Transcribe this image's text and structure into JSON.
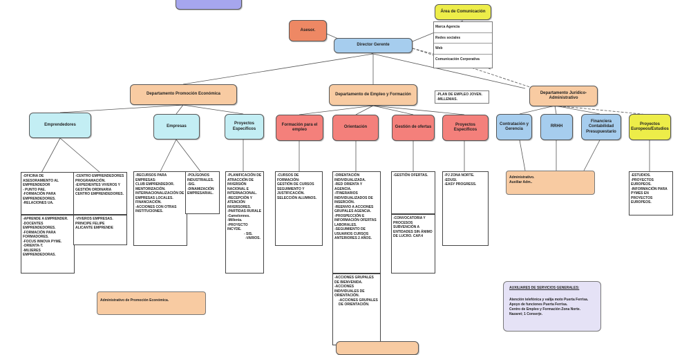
{
  "boxes": {
    "asesor": "Asesor.",
    "area_comunicacion": "Área de Comunicación",
    "director": "Director Gerente",
    "dept_promocion": "Departamento Promoción Económica",
    "dept_empleo": "Departamento de Empleo y Formación",
    "dept_juridico": "Departamento Jurídico-Administrativo",
    "emprendedores": "Emprendedores",
    "empresas": "Empresas",
    "proyectos_especificos_1": "Proyectos Específicos",
    "formacion_empleo": "Formación para el empleo",
    "orientacion": "Orientación",
    "gestion_ofertas": "Gestión de ofertas",
    "proyectos_especificos_2": "Proyectos Específicos",
    "contratacion": "Contratación y Gerencia",
    "rrhh": "RRHH",
    "financiera": "Financiera Contabilidad Presupuestario",
    "proyectos_europeos": "Proyectos Europeos/Estudios"
  },
  "comunicacion_items": [
    "Marca Agencia",
    "Redes sociales",
    "Web",
    "Comunicación Corporativa"
  ],
  "empleo_side_note": [
    "-PLAN DE EMPLEO JOVEN.",
    "-MILLENIAS."
  ],
  "notes": {
    "emprendedores_a": [
      "-OFICINA DE ASESORAMIENTO AL EMPRENDEDOR",
      "- PUNTO PAE.",
      "-FORMACIÓN PARA EMPRENDEDORES.",
      "-RELACIONES UA."
    ],
    "emprendedores_b": [
      "-APRENDE A EMPRENDER.",
      "-DOCENTES EMPRENDEDORES.",
      "-FORMACIÓN PARA FORMADORES.",
      "-FOCUS INNOVA PYME.",
      "-ORIENTA-T.",
      "-MUJERES EMPRENDEDORAS."
    ],
    "emprendedores_c": [
      "-CENTRO EMPRENDEDORES PROGRAMACIÓN.",
      "-EXPEDIENTES VIVEROS Y GESTIÓN ORDINARIA CENTRO EMPRENDEDORES."
    ],
    "emprendedores_d": [
      "-VIVEROS EMPRESAS.",
      "PRINCIPE FELIPE",
      "ALICANTE EMPRENDE"
    ],
    "empresas_a": [
      "-RECURSOS PARA EMPRESAS:",
      "CLUB EMPRENDEDOR.",
      "MENTORIZACIÓN.",
      "INTERNACIONALIZACIÓN DE EMPRESAS LOCALES.",
      "FINANCIACIÓN.",
      "-ACCIONES CON OTRAS INSTITUCIONES."
    ],
    "empresas_b": [
      "-POLÍGONOS INDUSTRIALES.",
      "-SIG.",
      "-DINAMIZACIÓN EMPRESARIAL."
    ],
    "proyectos_1": [
      "-PLANIFICACIÓN DE ATRACCIÓN DE INVERSIÓN NACIONAL E INTERNACIONAL.",
      "-RECEPCIÓN Y ATENCIÓN INVERSORES.",
      "-PARTIDAS RURALE",
      "-Camelonnes.",
      "-Millenia.",
      "-PROYECTO INCYDE.",
      "- SIS.",
      "-VARIOS."
    ],
    "formacion": [
      "-CURSOS DE FORMACIÓN:",
      "GESTIÓN DE CURSOS SEGUIMIENTO Y JUSTIFICACIÓN.",
      "SELECCIÓN ALUMNOS."
    ],
    "orientacion_a": [
      "-ORIENTACIÓN INDIVIDUALIZADA.",
      "-RED ORIENTA Y AGENCIA.",
      "-ITINERARIOS INDIVIDUALIZADOS DE INSERCIÓN.",
      "-REENVIO A ACCIONES GRUPALES AGENCIA.",
      "-PROSPECCIÓN E INFORMACIÓN OFERTAS LABORALES.",
      "-SEGUIMIENTO DE USUARIOS CURSOS ANTERIORES 2 AÑOS."
    ],
    "orientacion_b": [
      "-ACCIONES GRUPALES DE BIENVENIDA.",
      "-ACCIONES INDIVIDUALES DE ORIENTACIÓN.",
      "-ACCIONES GRUPALES DE ORIENTACIÓN."
    ],
    "gestion_a": [
      "-GESTIÓN OFERTAS."
    ],
    "gestion_b": [
      "-CONVOCATORIA Y PROCESOS SUBVENCIÓN A ENTIDADES SIN ÁNIMO DE LUCRO. CAP.4"
    ],
    "proyectos_2": [
      "-PJ ZONA NORTE.",
      "-EDUSI.",
      "-EASY PROGRESS."
    ],
    "europeos": [
      "-ESTUDIOS.",
      "-PROYECTOS EUROPEOS.",
      "-INFORMACIÓN PARA PYMES EN PROYECTOS EUROPEOS."
    ]
  },
  "admin_juridico": [
    "Administrativo.",
    "Auxiliar Adm.."
  ],
  "admin_promocion": "Administrativo de Promoción Económica.",
  "auxiliares": {
    "title": "AUXILIARES DE SERVICIOS GENERALES:",
    "lines": [
      "Atención telefónica y valija moto Puerta Ferrisa.",
      "Apoyo de funciones Puerta Ferrisa.",
      "Centro de Empleo y Formación Zona Norte.",
      "Nazaret; 1 Conserje."
    ]
  },
  "colors": {
    "orange": "#f8cba2",
    "blue": "#a6cdee",
    "cyan": "#c3eef4",
    "red": "#f4807b",
    "yellow": "#eded49",
    "purple": "#a6a6ee",
    "lavender": "#e5e2f6"
  }
}
